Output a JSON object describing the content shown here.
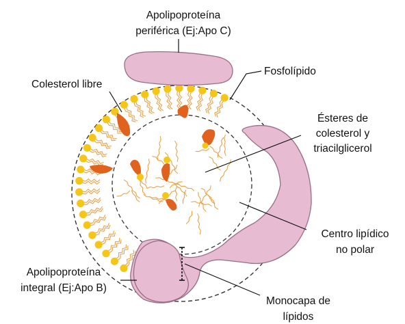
{
  "labels": {
    "apo_peripheral_line1": "Apolipoproteína",
    "apo_peripheral_line2": "periférica (Ej:Apo C)",
    "phospholipid": "Fosfolípido",
    "free_cholesterol": "Colesterol libre",
    "esters_line1": "Ésteres de",
    "esters_line2": "colesterol y",
    "esters_line3": "triacilglicerol",
    "core_line1": "Centro lipídico",
    "core_line2": "no polar",
    "apo_integral_line1": "Apolipoproteína",
    "apo_integral_line2": "integral (Ej:Apo B)",
    "monolayer_line1": "Monocapa de",
    "monolayer_line2": "lípidos"
  },
  "colors": {
    "protein": "#e7bcd2",
    "protein_stroke": "#9a6d86",
    "phospholipid_head": "#f5c518",
    "cholesterol": "#e0621f",
    "tail": "#e9a24a",
    "outline": "#333333"
  }
}
